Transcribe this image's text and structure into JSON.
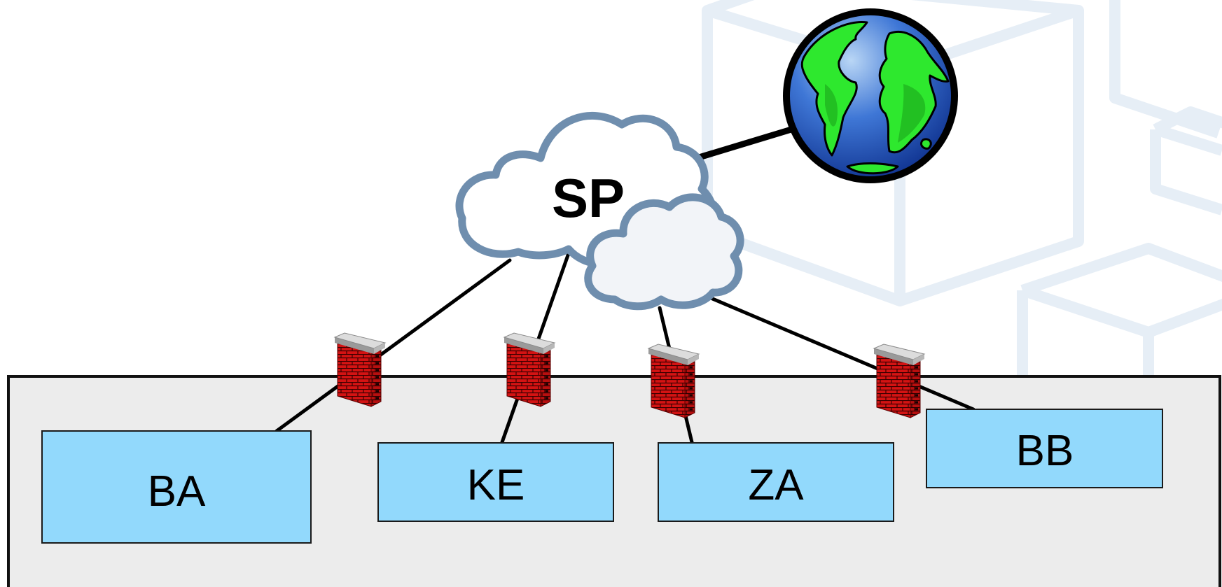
{
  "provider": {
    "label": "SP"
  },
  "sites": [
    {
      "id": "ba",
      "label": "BA"
    },
    {
      "id": "ke",
      "label": "KE"
    },
    {
      "id": "za",
      "label": "ZA"
    },
    {
      "id": "bb",
      "label": "BB"
    }
  ],
  "icons": {
    "firewall": "brick-firewall-icon",
    "internet": "globe-icon",
    "provider": "cloud-icon"
  },
  "colors": {
    "site_fill": "#92d9fc",
    "site_stroke": "#1a1a1a",
    "network_zone_fill": "#ececec",
    "cloud_stroke": "#6f8eae",
    "brick_red": "#d11111",
    "globe_ocean": "#1d47b0",
    "globe_land": "#2ee82e",
    "background_cube": "#e6eef6"
  }
}
